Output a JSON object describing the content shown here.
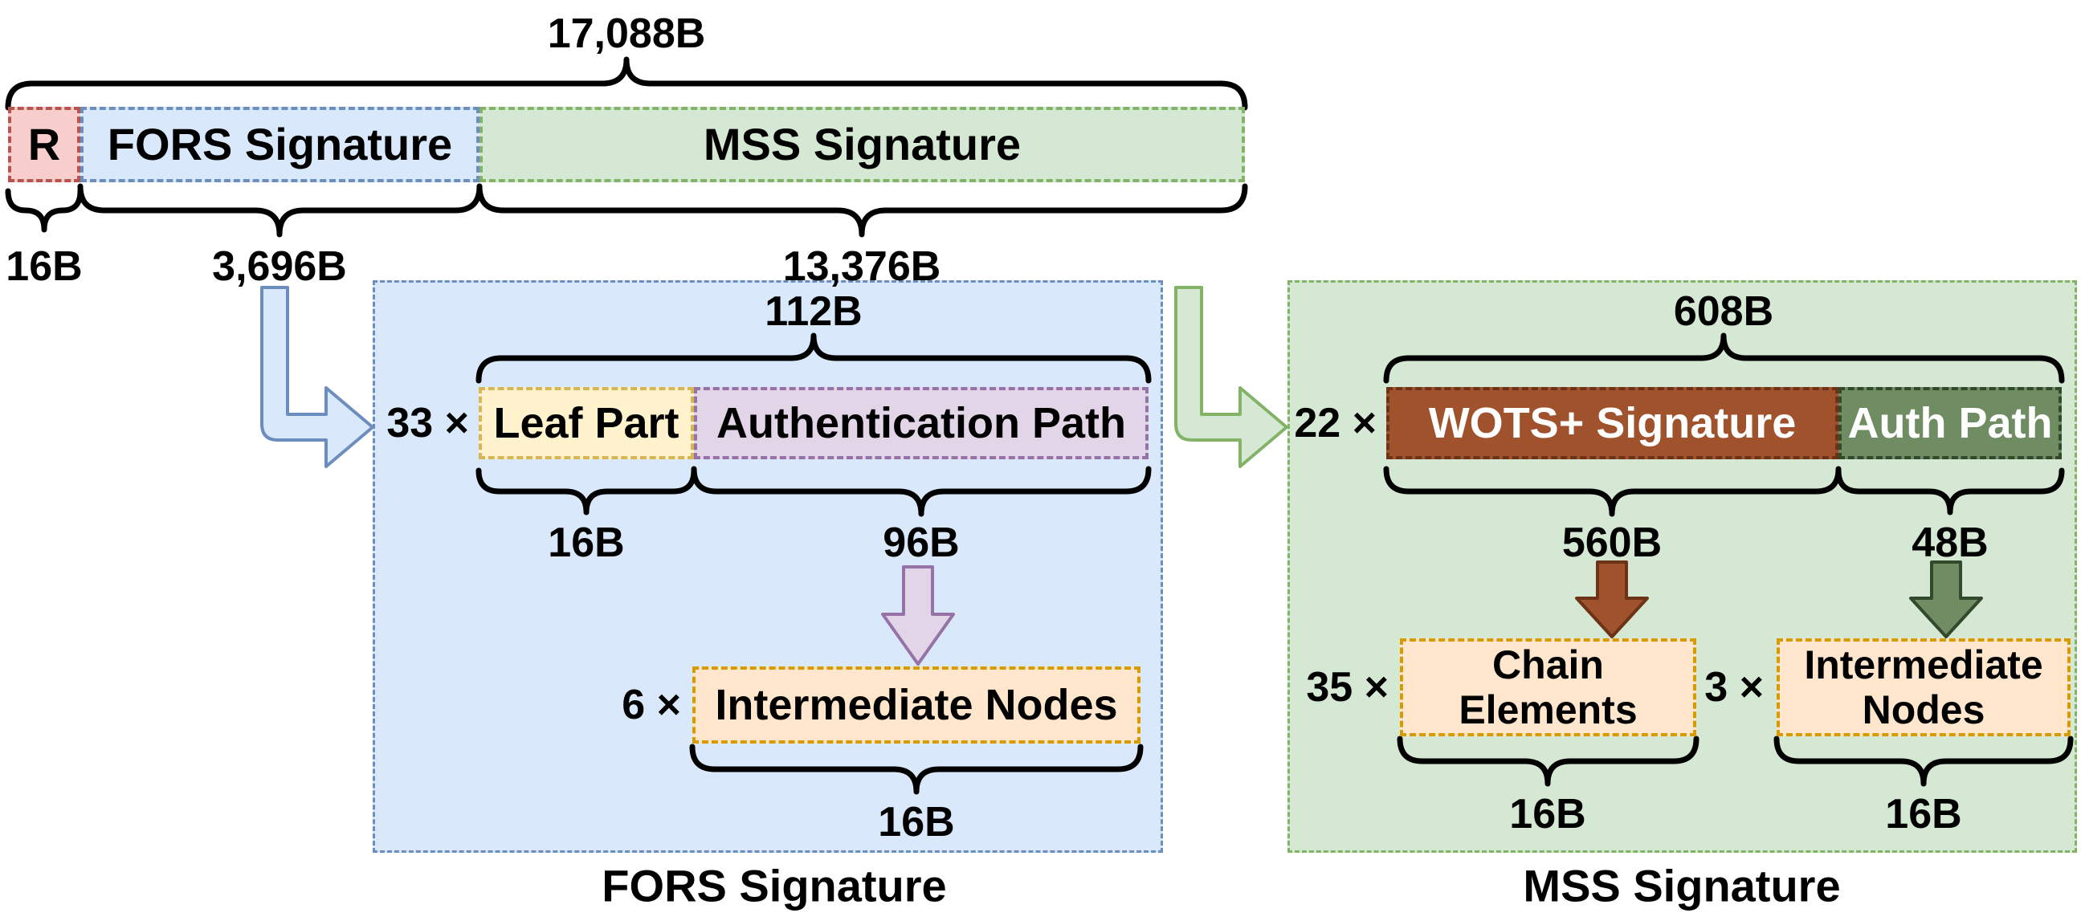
{
  "top": {
    "total_size": "17,088B",
    "segments": [
      {
        "label": "R",
        "size": "16B"
      },
      {
        "label": "FORS Signature",
        "size": "3,696B"
      },
      {
        "label": "MSS Signature",
        "size": "13,376B"
      }
    ]
  },
  "fors": {
    "caption": "FORS Signature",
    "unit_size": "112B",
    "count": "33 ×",
    "leaf_label": "Leaf Part",
    "leaf_size": "16B",
    "auth_label": "Authentication Path",
    "auth_size": "96B",
    "inter_count": "6 ×",
    "inter_label": "Intermediate Nodes",
    "inter_size": "16B"
  },
  "mss": {
    "caption": "MSS Signature",
    "unit_size": "608B",
    "count": "22 ×",
    "wots_label": "WOTS+ Signature",
    "wots_size": "560B",
    "auth_label": "Auth Path",
    "auth_size": "48B",
    "chain_count": "35 ×",
    "chain_label_line1": "Chain",
    "chain_label_line2": "Elements",
    "chain_size": "16B",
    "inter_count": "3 ×",
    "inter_label_line1": "Intermediate",
    "inter_label_line2": "Nodes",
    "inter_size": "16B"
  },
  "colors": {
    "r_fill": "#F8CECC",
    "r_border": "#B85450",
    "blue_fill": "#DAE8FC",
    "blue_border": "#6C8EBF",
    "green_fill": "#D5E8D4",
    "green_border": "#82B366",
    "yellow_fill": "#FFF2CC",
    "yellow_border": "#D6B656",
    "purple_fill": "#E1D5E7",
    "purple_border": "#9673A6",
    "peach_fill": "#FFE6CC",
    "peach_border": "#D79B00",
    "brown_fill": "#A0522D",
    "brown_border": "#6D3317",
    "olive_fill": "#6F8C63",
    "olive_border": "#33492B",
    "brace_color": "#000000"
  }
}
